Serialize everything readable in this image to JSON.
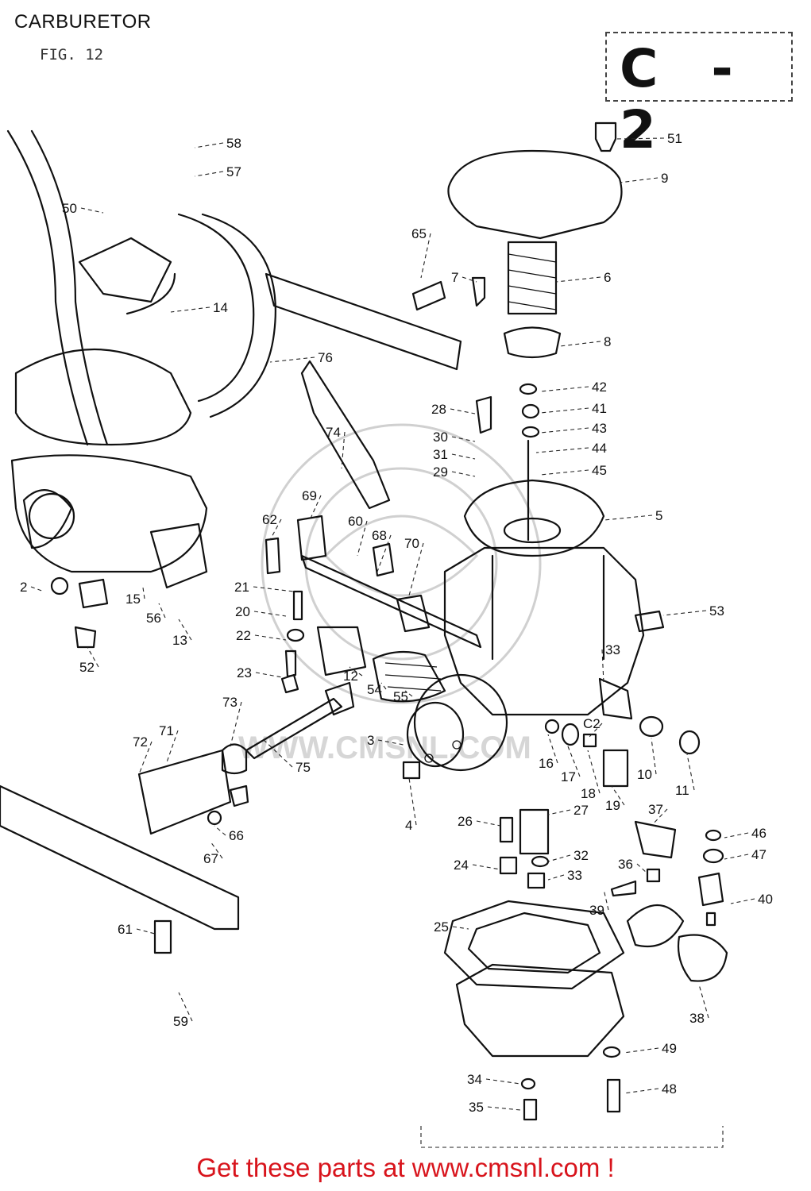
{
  "title": "CARBURETOR",
  "fig_label": "FIG. 12",
  "section_code": "C - 2",
  "footer": "Get these parts at www.cmsnl.com !",
  "watermark": "WWW.CMSNL.COM",
  "colors": {
    "footer": "#d8141c",
    "line": "#111111",
    "watermark": "#d0d0d0"
  },
  "callouts": [
    "51",
    "9",
    "6",
    "8",
    "7",
    "65",
    "42",
    "41",
    "43",
    "44",
    "45",
    "28",
    "30",
    "31",
    "29",
    "5",
    "53",
    "74",
    "69",
    "62",
    "60",
    "68",
    "70",
    "21",
    "20",
    "22",
    "23",
    "12",
    "54",
    "55",
    "33",
    "3",
    "16",
    "17",
    "18",
    "19",
    "10",
    "11",
    "73",
    "72",
    "71",
    "75",
    "4",
    "27",
    "26",
    "37",
    "46",
    "47",
    "32",
    "33",
    "24",
    "36",
    "40",
    "39",
    "25",
    "38",
    "49",
    "34",
    "35",
    "48",
    "61",
    "59",
    "66",
    "67",
    "58",
    "57",
    "50",
    "14",
    "76",
    "2",
    "15",
    "56",
    "13",
    "52",
    "C2"
  ]
}
